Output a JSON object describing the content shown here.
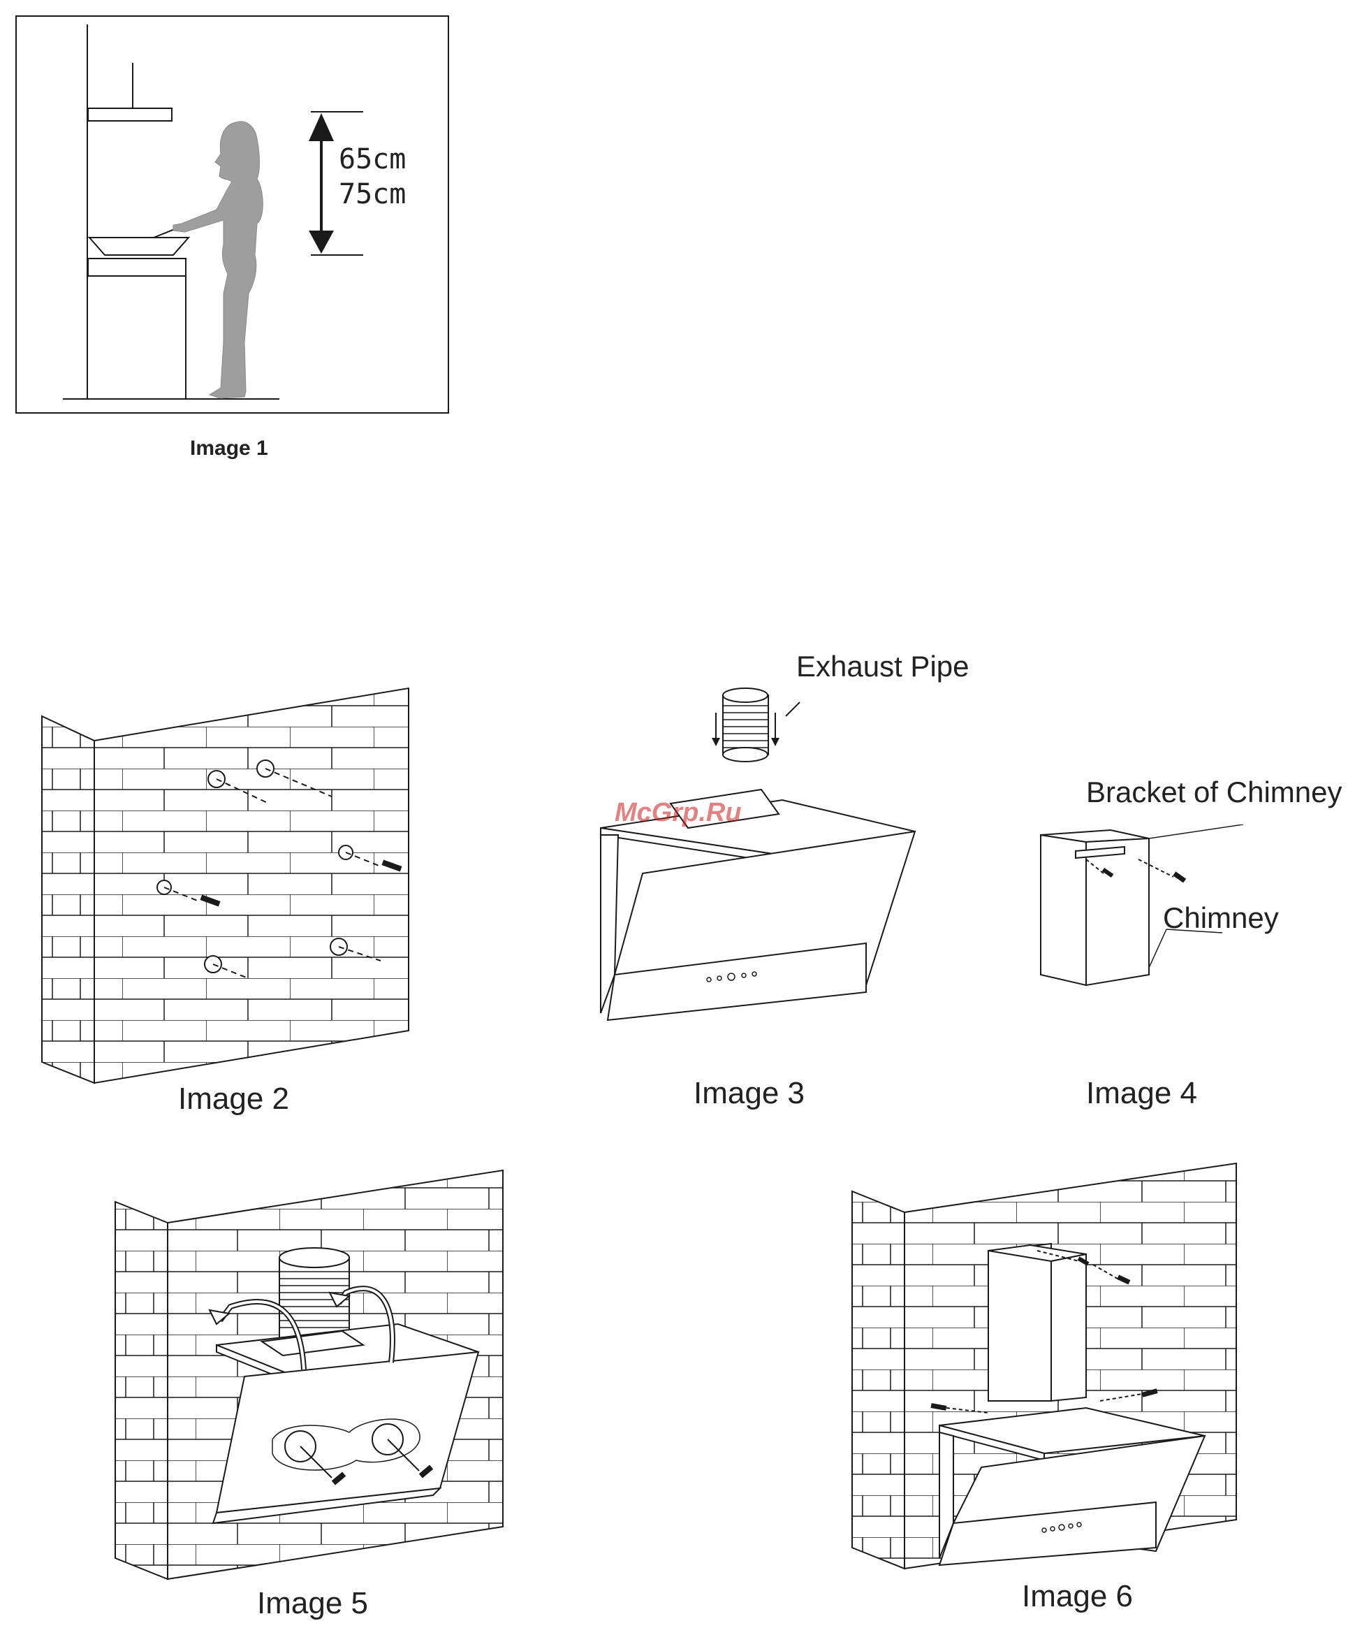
{
  "figures": [
    {
      "id": "image-1",
      "caption": "Image 1",
      "dimension_top": "65cm",
      "dimension_bottom": "75cm"
    },
    {
      "id": "image-2",
      "caption": "Image 2"
    },
    {
      "id": "image-3",
      "caption": "Image 3",
      "label": "Exhaust Pipe"
    },
    {
      "id": "image-4",
      "caption": "Image 4",
      "label_bracket": "Bracket of Chimney",
      "label_chimney": "Chimney"
    },
    {
      "id": "image-5",
      "caption": "Image 5"
    },
    {
      "id": "image-6",
      "caption": "Image 6"
    }
  ],
  "watermark": "McGrp.Ru",
  "colors": {
    "line": "#1a1a1a",
    "figure_fill": "#9e9e9e",
    "watermark": "#c81e1e"
  }
}
